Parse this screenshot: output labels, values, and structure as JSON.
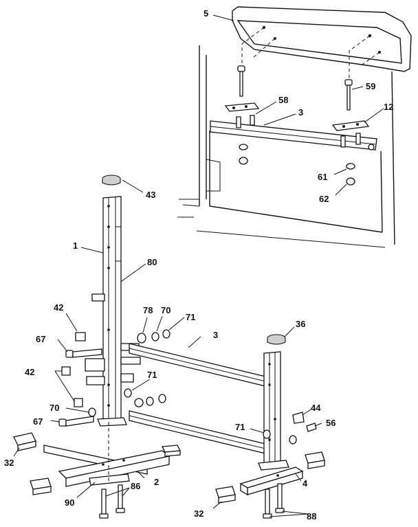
{
  "labels": {
    "p5": "5",
    "p59": "59",
    "p58": "58",
    "p3_top": "3",
    "p12": "12",
    "p61": "61",
    "p62": "62",
    "p43": "43",
    "p1": "1",
    "p80": "80",
    "p42_a": "42",
    "p78": "78",
    "p70_a": "70",
    "p71_a": "71",
    "p67_a": "67",
    "p3_mid": "3",
    "p36": "36",
    "p42_b": "42",
    "p71_b": "71",
    "p70_b": "70",
    "p67_b": "67",
    "p44": "44",
    "p56": "56",
    "p71_c": "71",
    "p32_a": "32",
    "p2": "2",
    "p4": "4",
    "p86": "86",
    "p90": "90",
    "p32_b": "32",
    "p88": "88"
  }
}
